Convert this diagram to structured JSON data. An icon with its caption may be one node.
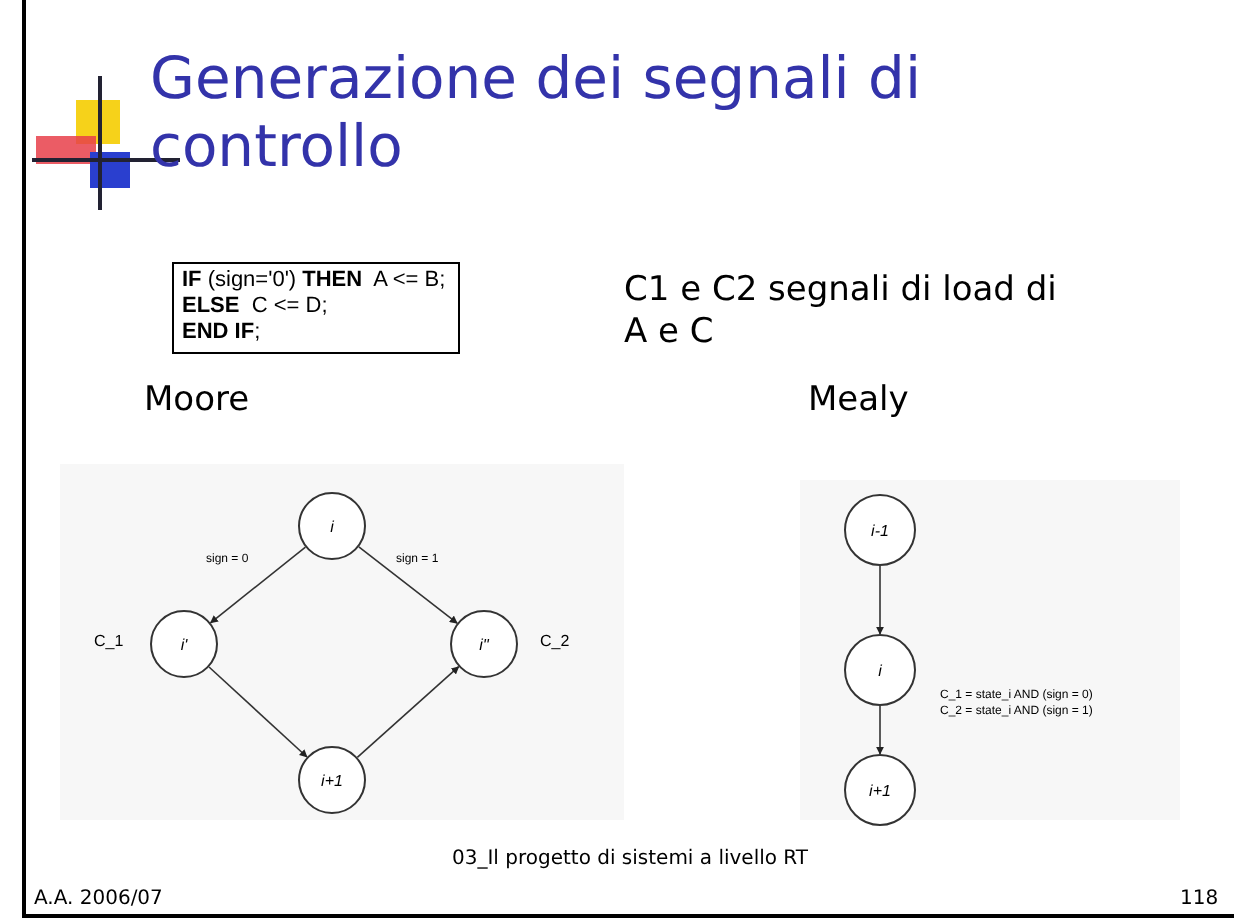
{
  "diagram": {
    "title": "Generazione dei segnali di controllo",
    "nodes": [
      {
        "text": [
          "**IF** (sign='0') **THEN**  A <= B;",
          "**ELSE**  C <= D;",
          "**END IF**;"
        ]
      },
      {
        "text": [
          "i"
        ]
      },
      {
        "text": [
          "i'"
        ],
        "beside": [
          "C_1"
        ]
      },
      {
        "text": [
          "i''"
        ],
        "beside": [
          "C_2"
        ]
      },
      {
        "text": [
          "i+1"
        ]
      },
      {
        "text": [
          "i-1"
        ]
      },
      {
        "text": [
          "i"
        ]
      },
      {
        "text": [
          "i+1"
        ]
      }
    ],
    "edges": [
      {
        "from": 1,
        "to": 2,
        "arrow": "to",
        "label": "sign = 0"
      },
      {
        "from": 1,
        "to": 3,
        "arrow": "to",
        "label": "sign = 1"
      },
      {
        "from": 2,
        "to": 4,
        "arrow": "to"
      },
      {
        "from": 4,
        "to": 3,
        "arrow": "to"
      },
      {
        "from": 5,
        "to": 6,
        "arrow": "to"
      },
      {
        "from": 6,
        "to": 7,
        "arrow": "to"
      }
    ],
    "labels": [
      "C1 e C2 segnali di load di A e C",
      "Moore",
      "Mealy",
      "C_1 = state_i AND (sign = 0)",
      "C_2 = state_i AND (sign = 1)",
      "03_Il progetto di sistemi a livello RT",
      "A.A. 2006/07",
      "118"
    ]
  }
}
